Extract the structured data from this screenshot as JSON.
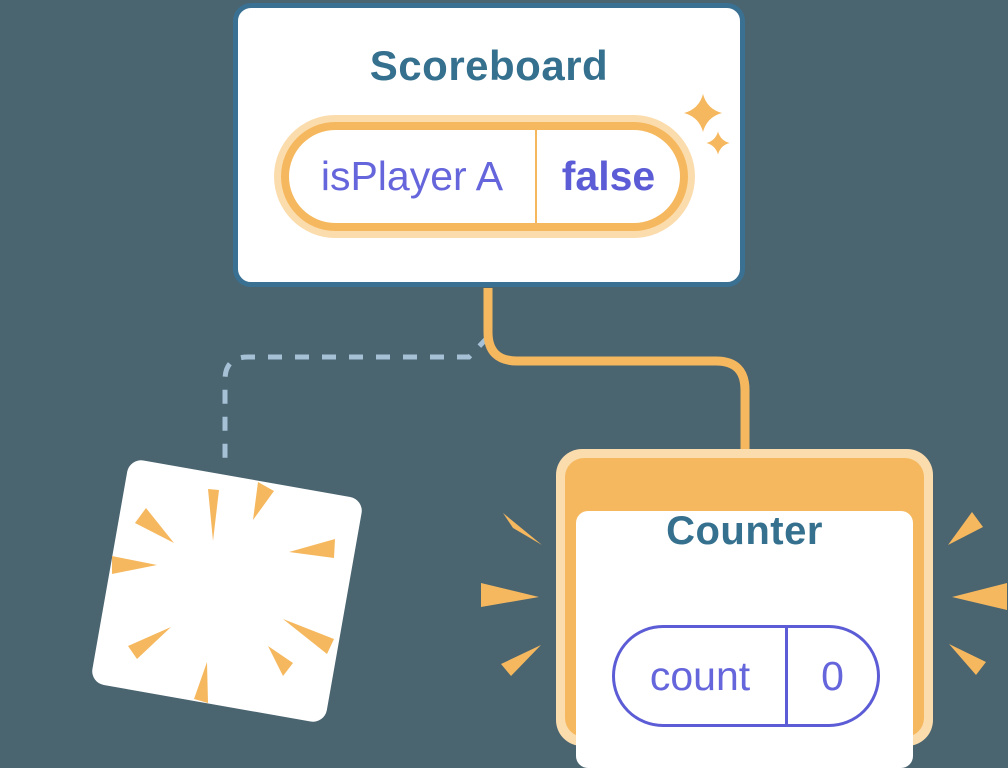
{
  "diagram": {
    "scoreboard": {
      "title": "Scoreboard",
      "state": {
        "key": "isPlayer A",
        "value": "false"
      }
    },
    "counter": {
      "title": "Counter",
      "state": {
        "key": "count",
        "value": "0"
      }
    },
    "destroyed_component": {
      "description_icon": "poof-burst-icon"
    },
    "icons": {
      "sparkle_large": "sparkle-icon",
      "sparkle_small": "sparkle-icon",
      "poof_burst": "poof-burst-icon",
      "emphasis_left": "emphasis-spikes-icon",
      "emphasis_right": "emphasis-spikes-icon"
    },
    "connectors": {
      "solid_branch": "scoreboard-to-counter",
      "dashed_branch": "scoreboard-to-removed-component"
    },
    "colors": {
      "background": "#4A6470",
      "card_border_blue": "#3A7092",
      "title_blue": "#35708E",
      "accent_orange": "#F6B85E",
      "orange_glow": "#FBDCAD",
      "state_purple": "#5C5CD6",
      "state_purple_text": "#6565DC",
      "dashed_line_blue": "#A6C1D6",
      "card_white": "#FFFFFF"
    }
  }
}
